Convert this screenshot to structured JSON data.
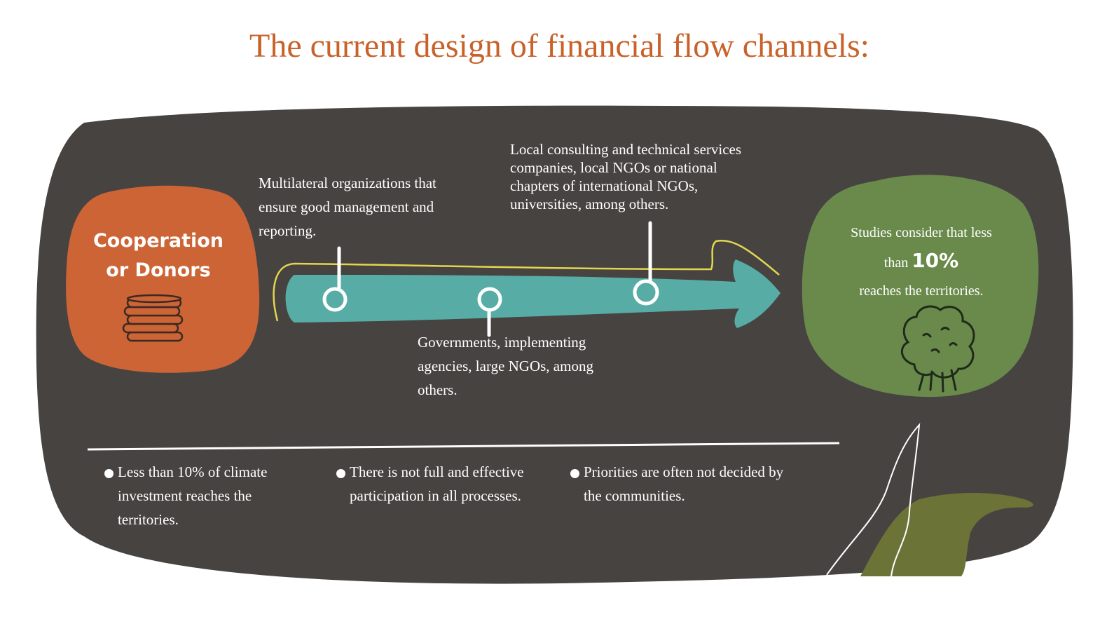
{
  "title": "The current design of financial flow channels:",
  "colors": {
    "title": "#c8622a",
    "panel": "#474341",
    "donor_blob": "#cc6436",
    "arrow": "#58aca6",
    "outline": "#e3d64f",
    "territory_blob": "#6a8a4c",
    "leaf": "#6b7337"
  },
  "donor": {
    "line1": "Cooperation",
    "line2": "or Donors",
    "icon": "coin-stack-icon"
  },
  "flow": {
    "icon": "arrow-icon",
    "nodes": [
      {
        "text": [
          "Multilateral organizations that",
          "ensure good management and",
          "reporting."
        ]
      },
      {
        "text": [
          "Governments, implementing",
          "agencies, large NGOs, among",
          "others."
        ]
      },
      {
        "text": [
          "Local consulting and technical services",
          "companies, local NGOs or national",
          "chapters of international NGOs,",
          "universities, among others."
        ]
      }
    ]
  },
  "territory": {
    "line1": "Studies consider that less",
    "pre": "than ",
    "highlight": "10%",
    "line3": "reaches the territories.",
    "icon": "tree-icon"
  },
  "bullets": [
    {
      "lines": [
        "Less than 10% of climate",
        "investment reaches the",
        "territories."
      ]
    },
    {
      "lines": [
        "There is not full and effective",
        "participation in all processes."
      ]
    },
    {
      "lines": [
        "Priorities are often not decided by",
        "the communities."
      ]
    }
  ]
}
